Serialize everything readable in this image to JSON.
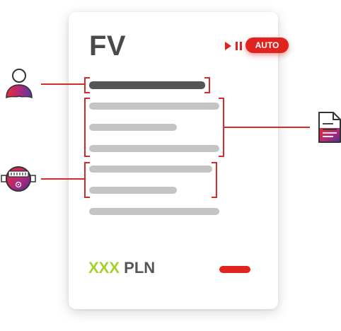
{
  "card": {
    "title": "FV",
    "badge": "AUTO",
    "currency_placeholder": "XXX",
    "currency": "PLN"
  },
  "icons": {
    "left_top": "person-icon",
    "left_bottom": "meter-icon",
    "right": "document-icon"
  },
  "colors": {
    "accent": "#e1231f",
    "text_dark": "#4a4a4a",
    "placeholder_green": "#a6d12a",
    "line_gray": "#c4c4c4",
    "gradient": [
      "#e1231f",
      "#b3297a",
      "#5a2c8c"
    ]
  }
}
